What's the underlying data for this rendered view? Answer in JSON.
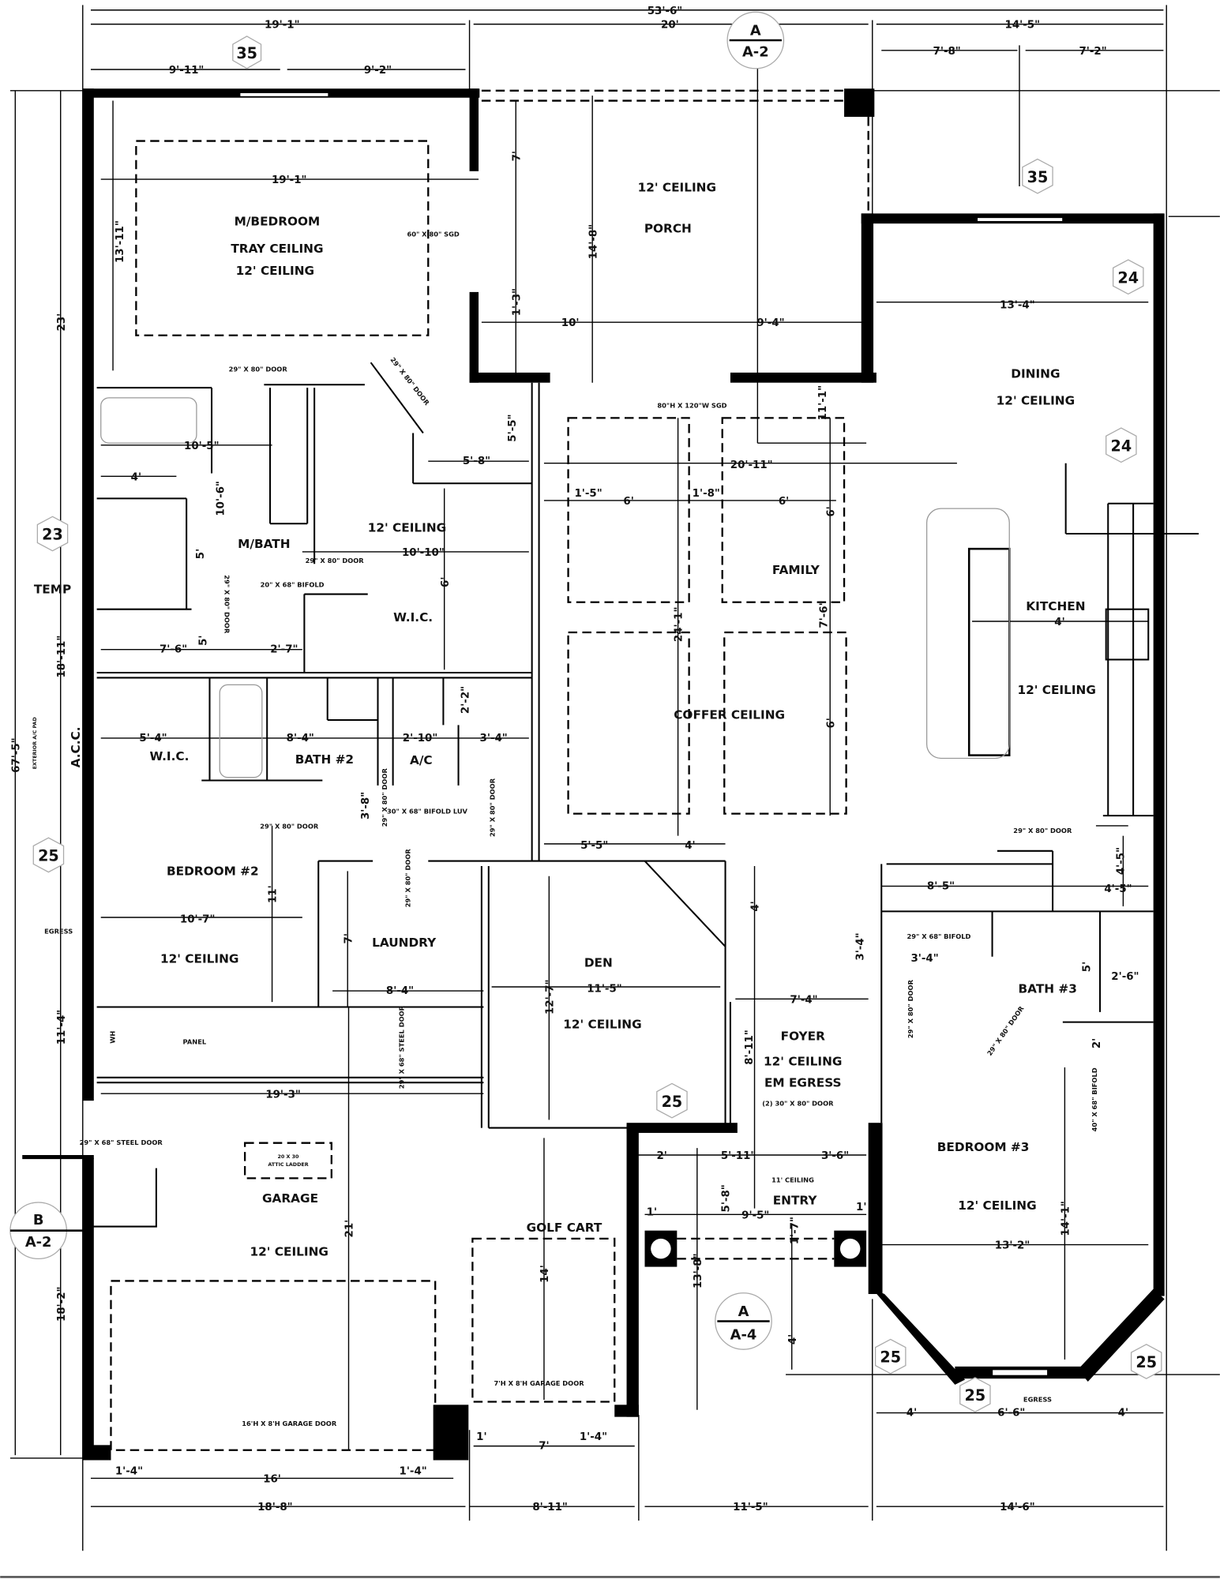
{
  "rooms": {
    "mbed": "M/BEDROOM",
    "mbed_tray": "TRAY CEILING",
    "mbed_ceil": "12' CEILING",
    "porch_ceil": "12' CEILING",
    "porch": "PORCH",
    "dining": "DINING",
    "dining_ceil": "12' CEILING",
    "mbath_ceil": "12' CEILING",
    "mbath": "M/BATH",
    "wic1": "W.I.C.",
    "temp": "TEMP",
    "family": "FAMILY",
    "coffer": "COFFER CEILING",
    "kitchen": "KITCHEN",
    "kitchen_ceil": "12' CEILING",
    "wic2": "W.I.C.",
    "bath2": "BATH #2",
    "ac": "A/C",
    "acc": "A.C.C.",
    "bed2": "BEDROOM #2",
    "bed2_ceil": "12' CEILING",
    "egress1": "EGRESS",
    "laundry": "LAUNDRY",
    "den": "DEN",
    "den_ceil": "12' CEILING",
    "bath3": "BATH #3",
    "foyer": "FOYER",
    "foyer_ceil": "12' CEILING",
    "foyer_egress": "EM EGRESS",
    "panel": "PANEL",
    "wh": "WH",
    "garage": "GARAGE",
    "garage_ceil": "12' CEILING",
    "entry_ceil": "11' CEILING",
    "entry": "ENTRY",
    "bed3": "BEDROOM #3",
    "bed3_ceil": "12' CEILING",
    "golf": "GOLF CART",
    "egress2": "EGRESS"
  },
  "notes": {
    "sgd1": "60\" X 80\" SGD",
    "door1": "29\" X 80\" DOOR",
    "door2": "29\" X 80\" DOOR",
    "sgd2": "80\"H X 120\"W SGD",
    "door3": "29\" X 80\" DOOR",
    "bifold1": "20\" X 68\" BIFOLD",
    "door4": "29\" X 80\" DOOR",
    "door5": "29\" X 80\" DOOR",
    "door6": "29\" X 80\" DOOR",
    "bifold2": "30\" X 68\" BIFOLD LUV",
    "door7": "29\" X 80\" DOOR",
    "door8": "29\" X 80\" DOOR",
    "door9": "29\" X 80\" DOOR",
    "steel1": "29\" X 68\" STEEL DOOR",
    "bifold3": "29\" X 68\" BIFOLD",
    "door10": "29\" X 80\" DOOR",
    "door11": "29\" X 80\" DOOR",
    "bifold4": "40\" X 68\" BIFOLD",
    "foyer_door": "(2) 30\" X 80\" DOOR",
    "steel2": "29\" X 68\" STEEL DOOR",
    "attic1": "20 X 30",
    "attic2": "ATTIC LADDER",
    "gdoor1": "16'H X 8'H GARAGE DOOR",
    "gdoor2": "7'H X 8'H GARAGE DOOR",
    "acc_note": "EXTERIOR A/C PAD"
  },
  "dims": {
    "t1": "53'-6\"",
    "t2": "19'-1\"",
    "t3": "20'",
    "t4": "14'-5\"",
    "t5": "9'-11\"",
    "t6": "9'-2\"",
    "t7": "7'-8\"",
    "t8": "7'-2\"",
    "a1": "19'-1\"",
    "a2": "13'-11\"",
    "a3": "14'-8\"",
    "a4": "7'",
    "a5": "10'",
    "a6": "9'-4\"",
    "a7": "1'-3\"",
    "a8": "11'-1\"",
    "a9": "13'-4\"",
    "b1": "10'-5\"",
    "b2": "4'",
    "b3": "10'-6\"",
    "b4": "5'-8\"",
    "b5": "5'-5\"",
    "b6": "20'-11\"",
    "b7": "1'-5\"",
    "b8": "6'",
    "b9": "1'-8\"",
    "b10": "6'",
    "b11": "6'",
    "c1": "10'-10\"",
    "c2": "6'",
    "c3": "5'",
    "c4": "23'",
    "c5": "18'-11\"",
    "c6": "67'-5\"",
    "c7": "7'-6\"",
    "c8": "2'-7\"",
    "c9": "5'",
    "c10": "7'-6\"",
    "c11": "24'-1\"",
    "c12": "6'",
    "c13": "4'",
    "e1": "5'-4\"",
    "e2": "8'-4\"",
    "e3": "2'-10\"",
    "e4": "3'-4\"",
    "e5": "2'-2\"",
    "e6": "3'-8\"",
    "e7": "5'-5\"",
    "e8": "4'",
    "e9": "4'-5\"",
    "e10": "8'-5\"",
    "e11": "4'-5\"",
    "f1": "11'",
    "f2": "10'-7\"",
    "f3": "7'",
    "f4": "8'-4\"",
    "f5": "11'-5\"",
    "f6": "12'-7\"",
    "f7": "4'",
    "f8": "3'-4\"",
    "f9": "3'-4\"",
    "f10": "2'-6\"",
    "f11": "5'",
    "f12": "7'-4\"",
    "f13": "8'-11\"",
    "f14": "2'",
    "g1": "11'-4\"",
    "g2": "19'-3\"",
    "g3": "21'",
    "g4": "18'-2\"",
    "h1": "2'",
    "h2": "5'-11\"",
    "h3": "3'-6\"",
    "h4": "5'-8\"",
    "h5": "1'",
    "h6": "9'-5\"",
    "h7": "1'",
    "h8": "1'-7\"",
    "h9": "13'-8\"",
    "h10": "4'",
    "h11": "14'-1\"",
    "h12": "13'-2\"",
    "h13": "14'",
    "i1": "4'",
    "i2": "6'-6\"",
    "i3": "4'",
    "j1": "1'-4\"",
    "j2": "16'",
    "j3": "1'-4\"",
    "j4": "1'",
    "j5": "7'",
    "j6": "1'-4\"",
    "k1": "18'-8\"",
    "k2": "8'-11\"",
    "k3": "11'-5\"",
    "k4": "14'-6\""
  },
  "tags": {
    "h35a": "35",
    "h35b": "35",
    "h24a": "24",
    "h24b": "24",
    "h23": "23",
    "h25a": "25",
    "h25b": "25",
    "h25c": "25",
    "h25d": "25",
    "h25e": "25"
  },
  "sections": {
    "s1_top": "A",
    "s1_bot": "A-2",
    "s2_top": "B",
    "s2_bot": "A-2",
    "s3_top": "A",
    "s3_bot": "A-4"
  }
}
